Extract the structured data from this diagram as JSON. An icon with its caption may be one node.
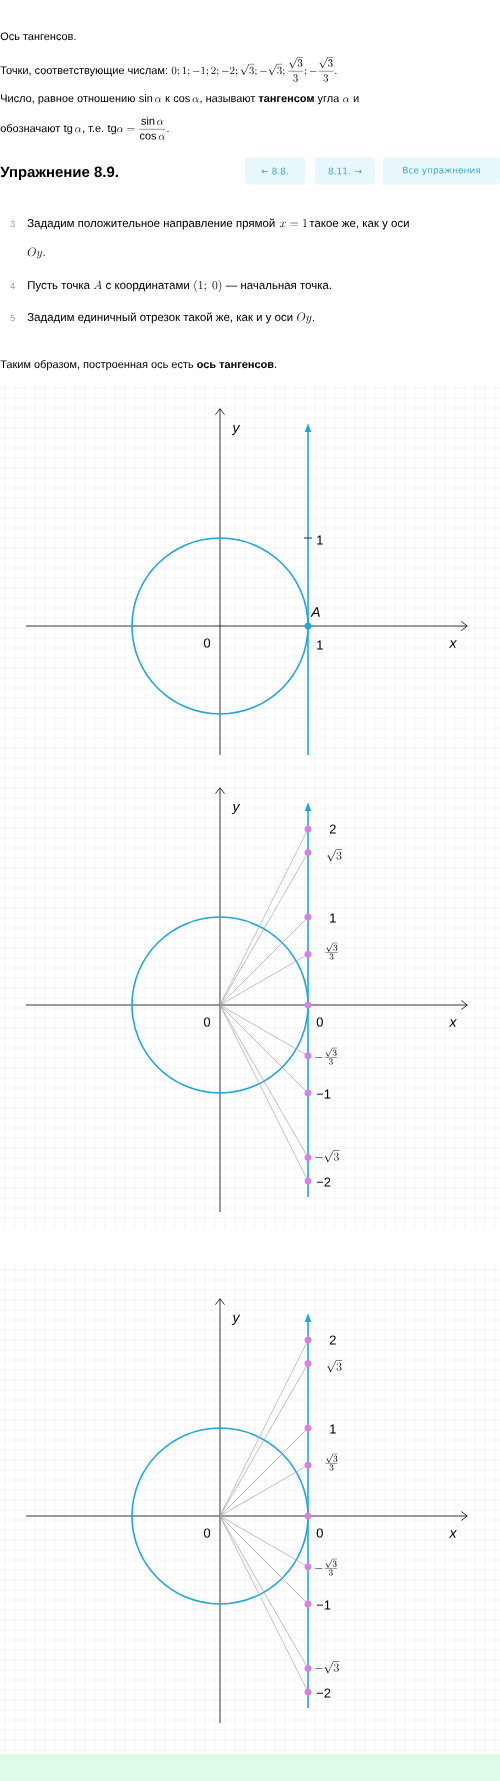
{
  "diagram": {
    "title": "Упражнение 8.9.",
    "labels": [
      "Ось тангенсов.",
      "Точки, соответствующие числам:",
      "0; 1; -1; 2; -2; \\sqrt{3}; -\\sqrt{3}; \\frac{\\sqrt{3}}{3}; -\\frac{\\sqrt{3}}{3}.",
      "Число, равное отношению",
      "\\sin\\alpha",
      "к",
      "\\cos\\alpha",
      ", называют **тангенсом** угла",
      "\\alpha",
      "и",
      "обозначают",
      "\\mathrm{tg}\\,\\alpha",
      ", т.е.",
      "\\mathrm{tg}\\alpha=\\frac{\\sin\\alpha}{\\cos\\alpha}.",
      "← 8.8.",
      "8.11. →",
      "Все упражнения",
      "3",
      "Зададим положительное направление прямой",
      "x=1",
      "такое же, как у оси",
      "Oy.",
      "4",
      "Пусть точка",
      "A",
      "с координатами",
      "(1;\\ 0)",
      "— начальная точка.",
      "5",
      "Зададим единичный отрезок такой же, как и у оси",
      "Oy.",
      "Таким образом, построенная ось есть **ось тангенсов**.",
      "y",
      "1",
      "A",
      "0",
      "1",
      "x",
      "y",
      "2",
      "\\sqrt{3}",
      "1",
      "\\frac{\\sqrt{3}}{3}",
      "0",
      "0",
      "x",
      "-\\frac{\\sqrt{3}}{3}",
      "−1",
      "-\\sqrt{3}",
      "−2",
      "y",
      "2",
      "\\sqrt{3}",
      "1",
      "\\frac{\\sqrt{3}}{3}",
      "0",
      "0",
      "x",
      "-\\frac{\\sqrt{3}}{3}",
      "−1",
      "-\\sqrt{3}",
      "−2"
    ]
  }
}
